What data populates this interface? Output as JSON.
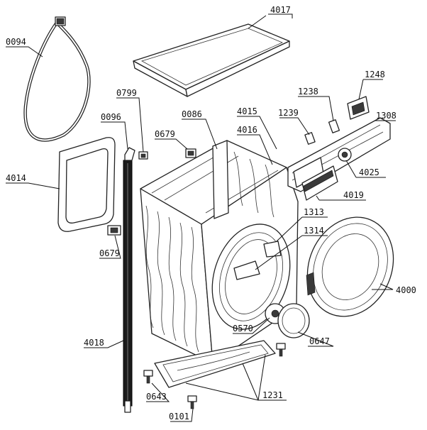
{
  "labels": {
    "l4017": "4017",
    "l0094": "0094",
    "l1248": "1248",
    "l1238": "1238",
    "l0799": "0799",
    "l0086": "0086",
    "l4015": "4015",
    "l1239": "1239",
    "l1308": "1308",
    "l0096": "0096",
    "l4016": "4016",
    "l0679a": "0679",
    "l4025": "4025",
    "l4014": "4014",
    "l4019": "4019",
    "l1313": "1313",
    "l1314": "1314",
    "l0679b": "0679",
    "l4000": "4000",
    "l0570": "0570",
    "l0647": "0647",
    "l4018": "4018",
    "l0643": "0643",
    "l1231": "1231",
    "l0101": "0101"
  },
  "colors": {
    "line": "#222222",
    "background": "#ffffff",
    "dark_part": "#3a3a3a"
  }
}
